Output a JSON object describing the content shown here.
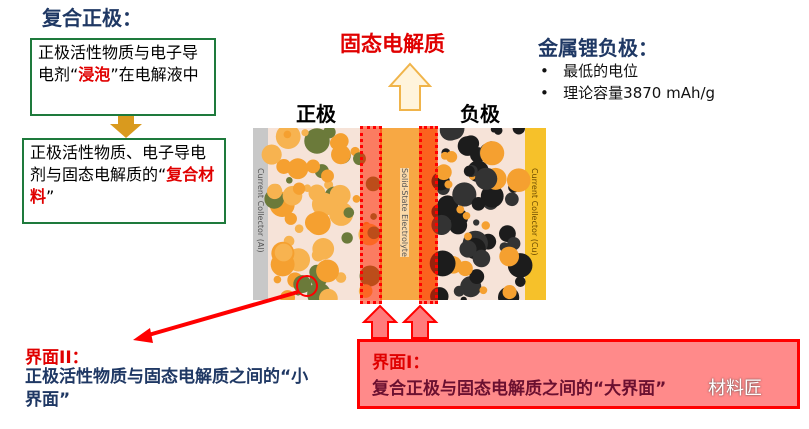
{
  "composite_cathode": {
    "title": "复合正极：",
    "box1": {
      "pre": "正极活性物质与电子导电剂“",
      "hl": "浸泡",
      "post": "”在电解液中"
    },
    "box2": {
      "pre": "正极活性物质、电子导电剂与固态电解质的“",
      "hl": "复合材料",
      "post": "”"
    }
  },
  "sse_title": "固态电解质",
  "cathode_label": "正极",
  "anode_label": "负极",
  "lithium": {
    "title": "金属锂负极：",
    "bullets": [
      "最低的电位",
      "理论容量3870 mAh/g"
    ]
  },
  "diagram": {
    "al": "Current Collector (Al)",
    "sse": "Solid-State Electrolyte",
    "cu": "Current Collector (Cu)"
  },
  "interface2": {
    "title": "界面II：",
    "text": "正极活性物质与固态电解质之间的“小界面”"
  },
  "interface1": {
    "title": "界面I：",
    "text": "复合正极与固态电解质之间的“大界面”"
  },
  "watermark": "材料匠"
}
